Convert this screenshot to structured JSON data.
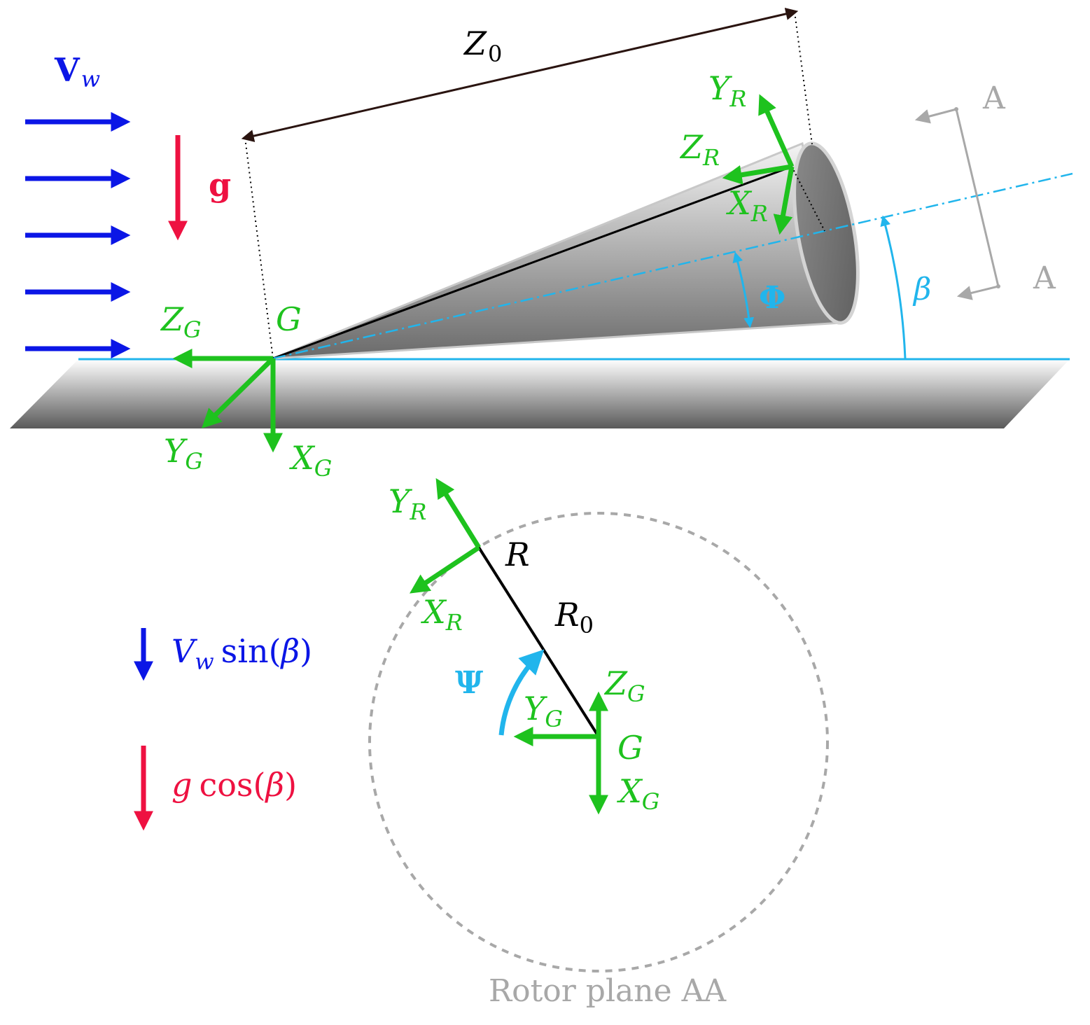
{
  "labels": {
    "wind_symbol": "V",
    "wind_sub": "w",
    "gravity": "g",
    "z0_main": "Z",
    "z0_sub": "0",
    "section_a_top": "A",
    "section_a_bottom": "A",
    "phi": "Φ",
    "beta": "β",
    "ground_x_main": "X",
    "ground_x_sub": "G",
    "ground_y_main": "Y",
    "ground_y_sub": "G",
    "ground_z_main": "Z",
    "ground_z_sub": "G",
    "ground_origin": "G",
    "rotor_x_main": "X",
    "rotor_x_sub": "R",
    "rotor_y_main": "Y",
    "rotor_y_sub": "R",
    "rotor_z_main": "Z",
    "rotor_z_sub": "R",
    "plane_rotor_y_main": "Y",
    "plane_rotor_y_sub": "R",
    "plane_rotor_x_main": "X",
    "plane_rotor_x_sub": "R",
    "plane_rotor_origin": "R",
    "r0_main": "R",
    "r0_sub": "0",
    "psi": "Ψ",
    "plane_ground_z_main": "Z",
    "plane_ground_z_sub": "G",
    "plane_ground_y_main": "Y",
    "plane_ground_y_sub": "G",
    "plane_ground_x_main": "X",
    "plane_ground_x_sub": "G",
    "plane_ground_origin": "G",
    "wind_component_v": "V",
    "wind_component_w": "w",
    "wind_component_fn": "sin",
    "wind_component_open": "(",
    "wind_component_beta": "β",
    "wind_component_close": ")",
    "gravity_component_g": "g",
    "gravity_component_fn": "cos",
    "gravity_component_open": "(",
    "gravity_component_beta": "β",
    "gravity_component_close": ")",
    "rotor_plane_caption": "Rotor plane AA"
  },
  "colors": {
    "frame_green": "#1ec21e",
    "wind_blue": "#0b16e6",
    "gravity_red": "#ee1141",
    "angle_cyan": "#21b5ec",
    "section_gray": "#a8a8a8"
  }
}
